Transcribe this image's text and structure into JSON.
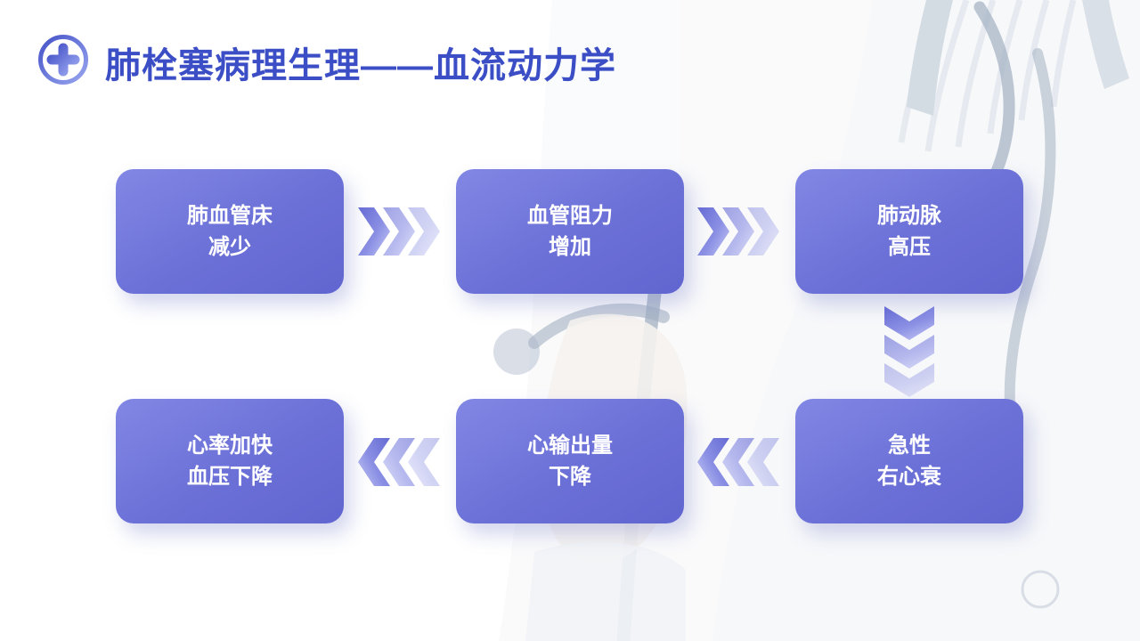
{
  "slide": {
    "title": "肺栓塞病理生理——血流动力学"
  },
  "colors": {
    "title_color": "#3b4ec5",
    "box_color": "#6b70d7",
    "chevron_color": "#646ad3",
    "box_text_color": "#ffffff"
  },
  "icons": {
    "header": "medical-cross-icon",
    "forward": "chevron-right-icon",
    "downward": "chevron-down-icon",
    "backward": "chevron-left-icon"
  },
  "flow": {
    "row1": [
      {
        "line1": "肺血管床",
        "line2": "减少"
      },
      {
        "line1": "血管阻力",
        "line2": "增加"
      },
      {
        "line1": "肺动脉",
        "line2": "高压"
      }
    ],
    "row2": [
      {
        "line1": "心率加快",
        "line2": "血压下降"
      },
      {
        "line1": "心输出量",
        "line2": "下降"
      },
      {
        "line1": "急性",
        "line2": "右心衰"
      }
    ]
  }
}
